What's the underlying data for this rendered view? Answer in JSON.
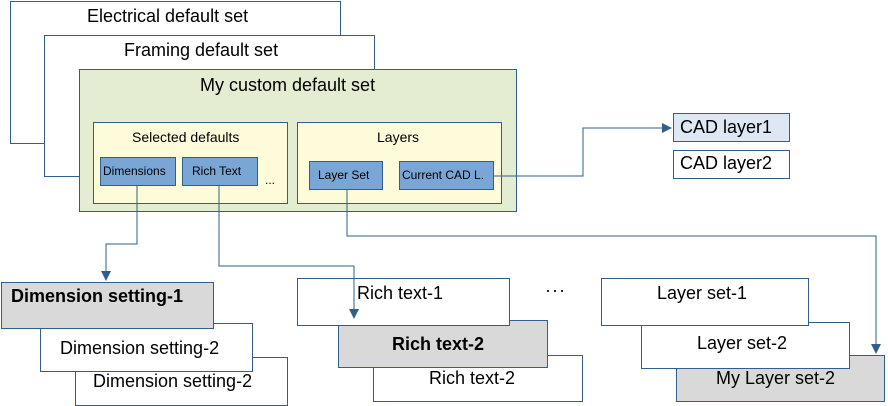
{
  "sets": {
    "electrical": "Electrical default set",
    "framing": "Framing default set",
    "custom": "My custom default set"
  },
  "selected_defaults": {
    "title": "Selected defaults",
    "dimensions": "Dimensions",
    "rich_text": "Rich Text",
    "more": "..."
  },
  "layers": {
    "title": "Layers",
    "layer_set": "Layer Set",
    "current_cad": "Current CAD L."
  },
  "cad_layers": [
    "CAD layer1",
    "CAD layer2"
  ],
  "dimension_settings": [
    "Dimension setting-1",
    "Dimension setting-2",
    "Dimension setting-2"
  ],
  "rich_texts": [
    "Rich text-1",
    "Rich text-2",
    "Rich text-2"
  ],
  "ellipsis": "···",
  "layer_sets": [
    "Layer set-1",
    "Layer set-2",
    "My Layer set-2"
  ],
  "colors": {
    "green_fill": "#e4ecd2",
    "yellow_fill": "#fefbdb",
    "blue_fill": "#7aa6d6",
    "highlight_blue": "#dde8f4",
    "gray_fill": "#d9d9d9",
    "line": "#2f5f8a"
  }
}
